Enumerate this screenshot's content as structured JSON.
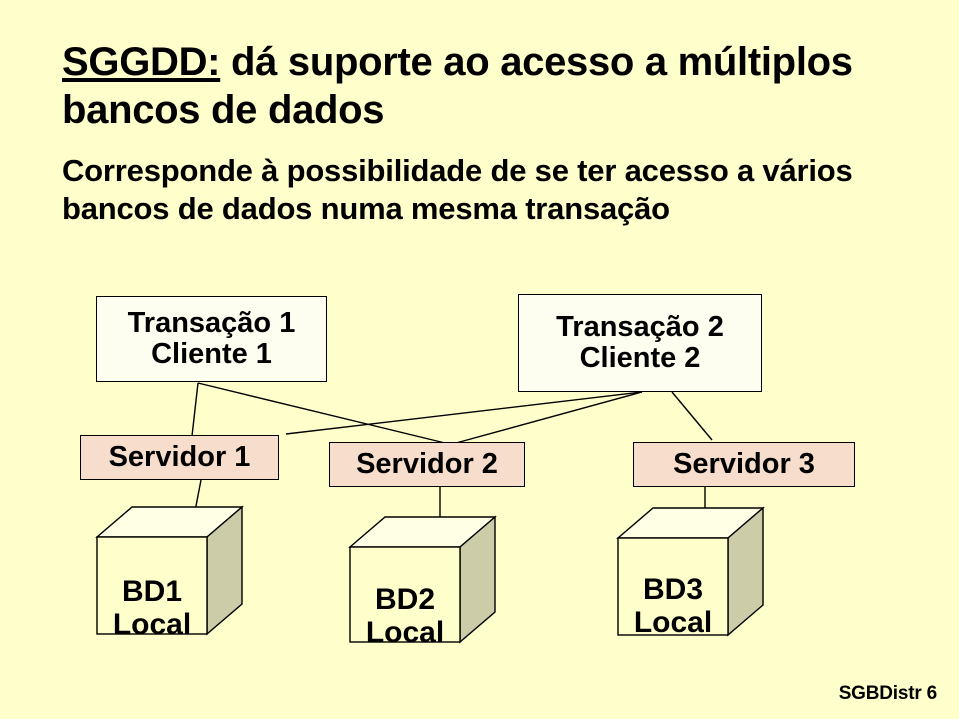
{
  "slide": {
    "background_color": "#ffffcc",
    "title_underlined_part": "SGGDD:",
    "title_rest": " dá suporte ao acesso a múltiplos bancos de dados",
    "subtitle": "Corresponde à possibilidade de se ter acesso a vários bancos de dados numa mesma transação",
    "footer": "SGBDistr 6"
  },
  "diagram": {
    "transactions": [
      {
        "line1": "Transação 1",
        "line2": "Cliente 1"
      },
      {
        "line1": "Transação 2",
        "line2": "Cliente 2"
      }
    ],
    "servers": [
      {
        "label": "Servidor 1"
      },
      {
        "label": "Servidor 2"
      },
      {
        "label": "Servidor 3"
      }
    ],
    "databases": [
      {
        "line1": "BD1",
        "line2": "Local"
      },
      {
        "line1": "BD2",
        "line2": "Local"
      },
      {
        "line1": "BD3",
        "line2": "Local"
      }
    ],
    "colors": {
      "transaction_fill": "#fdfdf0",
      "server_fill": "#f6ddcc",
      "cube_front": "#ffffcc",
      "cube_top": "#ffffe0",
      "cube_side": "#ccccа8",
      "stroke": "#000000"
    }
  }
}
